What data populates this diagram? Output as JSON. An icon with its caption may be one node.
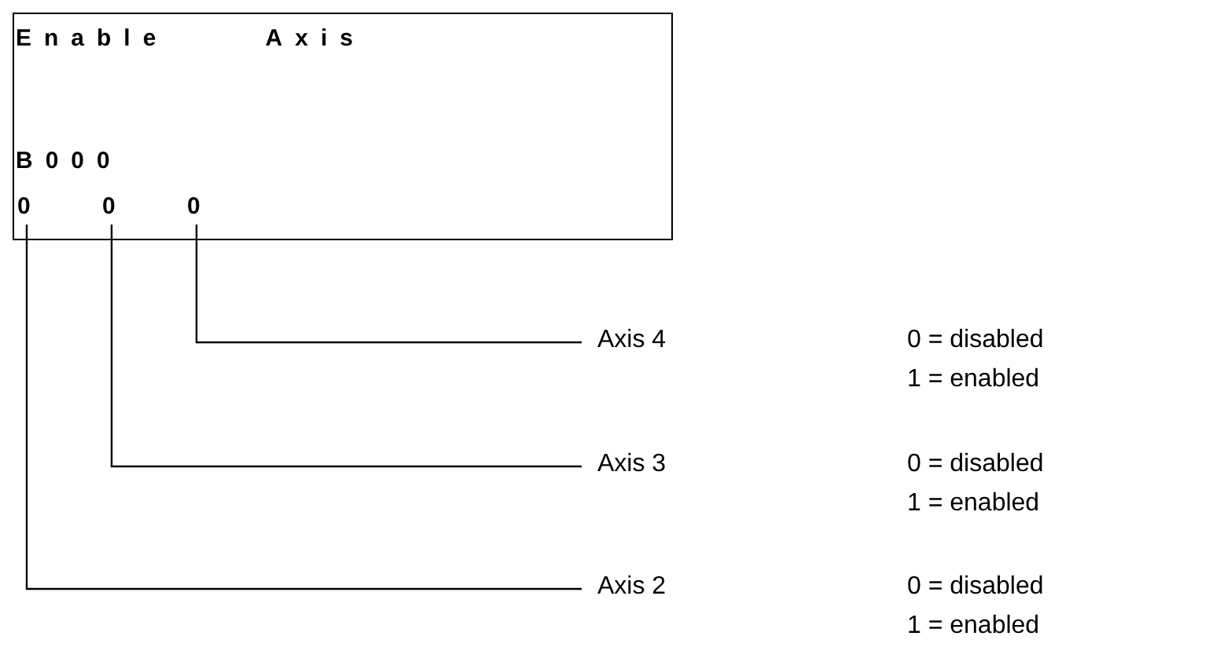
{
  "diagram": {
    "nodes": [
      {
        "text": [
          "Enable Axis",
          "B000"
        ]
      },
      {
        "text": [
          "0"
        ],
        "in": 0
      },
      {
        "text": [
          "0"
        ],
        "in": 0
      },
      {
        "text": [
          "0"
        ],
        "in": 0
      },
      {
        "text": [
          "Axis 4"
        ],
        "beside": [
          "0 = disabled",
          "1 = enabled"
        ]
      },
      {
        "text": [
          "Axis 3"
        ],
        "beside": [
          "0 = disabled",
          "1 = enabled"
        ]
      },
      {
        "text": [
          "Axis 2"
        ],
        "beside": [
          "0 = disabled",
          "1 = enabled"
        ]
      }
    ],
    "edges": [
      {
        "from": 4,
        "to": 3,
        "arrow": "none"
      },
      {
        "from": 5,
        "to": 2,
        "arrow": "none"
      },
      {
        "from": 6,
        "to": 1,
        "arrow": "none"
      }
    ]
  }
}
